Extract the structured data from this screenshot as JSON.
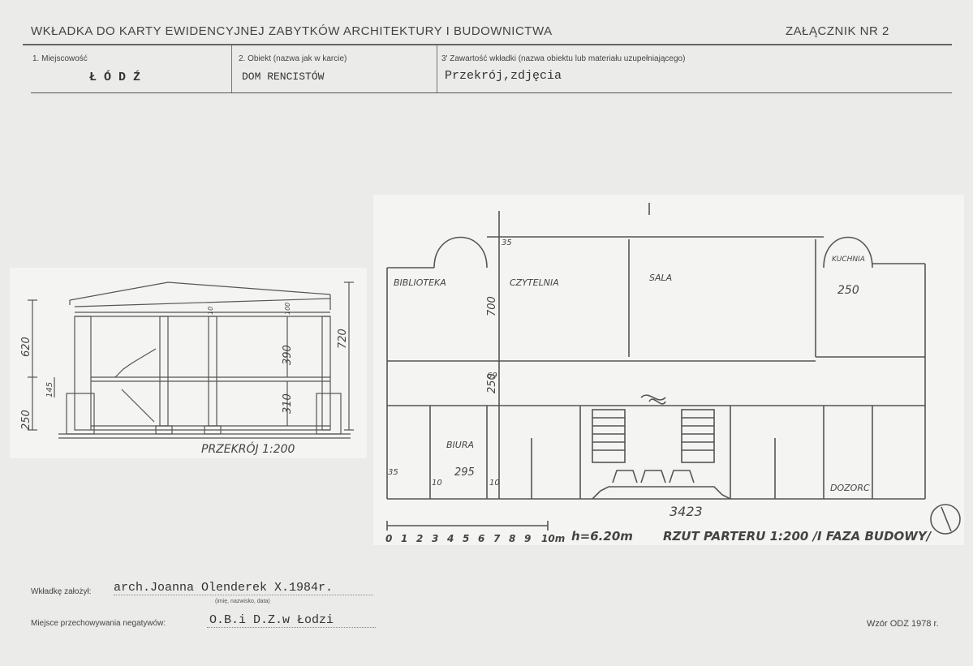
{
  "header": {
    "title": "WKŁADKA DO KARTY EWIDENCYJNEJ ZABYTKÓW ARCHITEKTURY I BUDOWNICTWA",
    "annex": "ZAŁĄCZNIK NR 2"
  },
  "fields": {
    "f1_label": "1. Miejscowość",
    "f1_value": "Ł Ó D Ź",
    "f2_label": "2. Obiekt (nazwa jak w karcie)",
    "f2_value": "DOM RENCISTÓW",
    "f3_label": "3' Zawartość wkładki (nazwa obiektu lub materiału uzupełniającego)",
    "f3_value": "Przekrój,zdjęcia"
  },
  "section_drawing": {
    "caption": "PRZEKRÓJ 1:200",
    "dims": {
      "d620": "620",
      "d145": "145",
      "d250": "250",
      "d720": "720",
      "d390": "390",
      "d310": "310",
      "d100": "100",
      "d10": "10"
    }
  },
  "plan_drawing": {
    "caption": "RZUT PARTERU 1:200 /I FAZA BUDOWY/",
    "height_note": "h=6.20m",
    "rooms": {
      "biblioteka": "BIBLIOTEKA",
      "czytelnia": "CZYTELNIA",
      "sala": "SALA",
      "kuchnia": "KUCHNIA",
      "biura": "BIURA",
      "dozorca": "DOZORC"
    },
    "dims": {
      "total": "3423",
      "d250": "250",
      "d295": "295",
      "d700": "700",
      "d250b": "250",
      "d69": "69",
      "d35": "35",
      "d10a": "10",
      "d10b": "10",
      "d35b": "35"
    },
    "scale_ticks": [
      "0",
      "1",
      "2",
      "3",
      "4",
      "5",
      "6",
      "7",
      "8",
      "9",
      "10m"
    ]
  },
  "footer": {
    "founder_label": "Wkładkę założył:",
    "founder_value": "arch.Joanna Olenderek X.1984r.",
    "founder_note": "(imię, nazwisko, data)",
    "storage_label": "Miejsce przechowywania negatywów:",
    "storage_value": "O.B.i D.Z.w Łodzi",
    "form_ref": "Wzór ODZ 1978 r."
  }
}
